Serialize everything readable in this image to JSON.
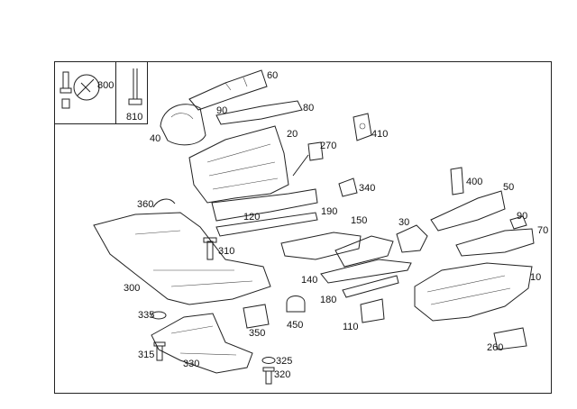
{
  "labels": {
    "p800": "800",
    "p810": "810",
    "p60": "60",
    "p90a": "90",
    "p80": "80",
    "p40": "40",
    "p20": "20",
    "p270": "270",
    "p410": "410",
    "p340": "340",
    "p400": "400",
    "p50": "50",
    "p360": "360",
    "p120": "120",
    "p190": "190",
    "p150": "150",
    "p30": "30",
    "p90b": "90",
    "p70": "70",
    "p310": "310",
    "p300": "300",
    "p140": "140",
    "p10": "10",
    "p180": "180",
    "p335": "335",
    "p450": "450",
    "p110": "110",
    "p350": "350",
    "p315": "315",
    "p330": "330",
    "p325": "325",
    "p320": "320",
    "p260": "260"
  }
}
